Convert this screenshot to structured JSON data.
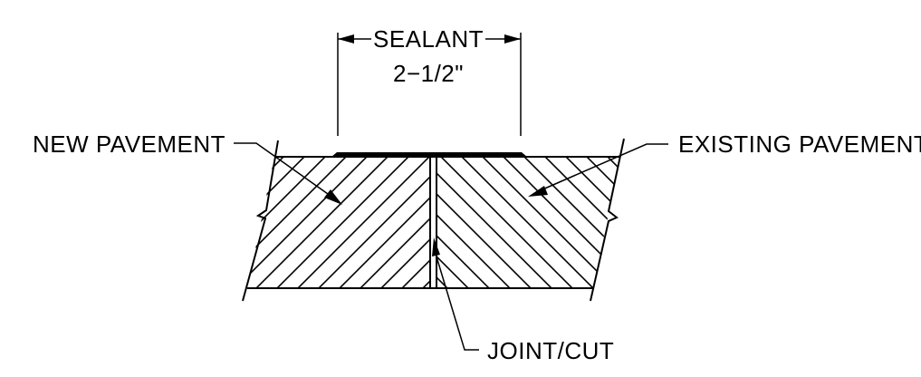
{
  "labels": {
    "sealant": "SEALANT",
    "dimension": "2−1/2\"",
    "new_pavement": "NEW PAVEMENT",
    "existing_pavement": "EXISTING PAVEMENT",
    "joint_cut": "JOINT/CUT"
  },
  "colors": {
    "ink": "#000000",
    "background": "#ffffff"
  }
}
